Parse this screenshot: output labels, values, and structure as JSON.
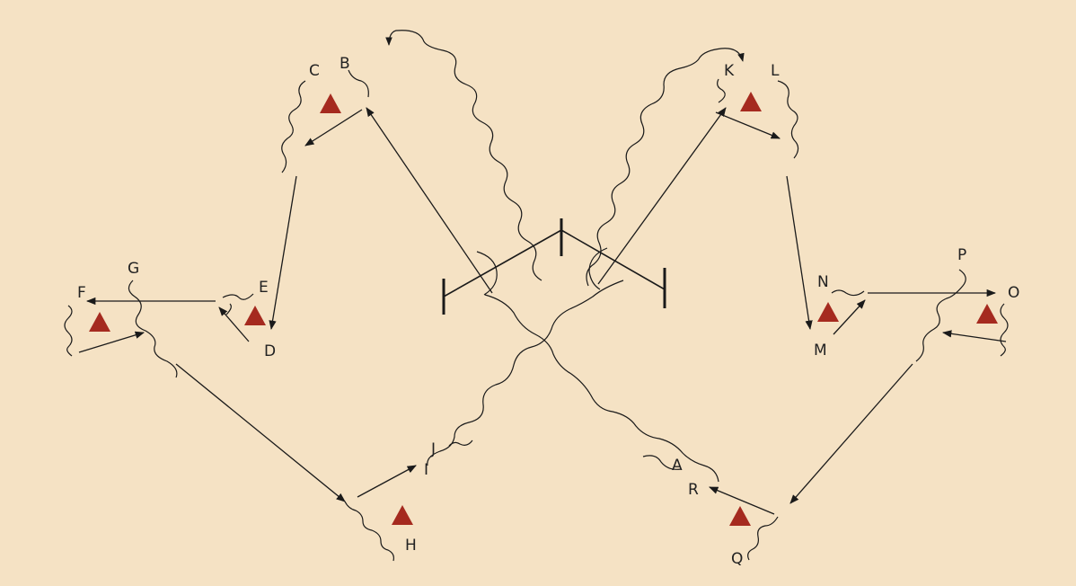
{
  "labels": {
    "A": "A",
    "B": "B",
    "C": "C",
    "D": "D",
    "E": "E",
    "F": "F",
    "G": "G",
    "H": "H",
    "I": "I",
    "J": "J",
    "K": "K",
    "L": "L",
    "M": "M",
    "N": "N",
    "O": "O",
    "P": "P",
    "Q": "Q",
    "R": "R"
  },
  "colors": {
    "background": "#f5e2c4",
    "cone": "#a52a1f",
    "line": "#1a1a1a"
  },
  "icons": [
    "cone-icon",
    "arrow-icon",
    "post-icon"
  ]
}
